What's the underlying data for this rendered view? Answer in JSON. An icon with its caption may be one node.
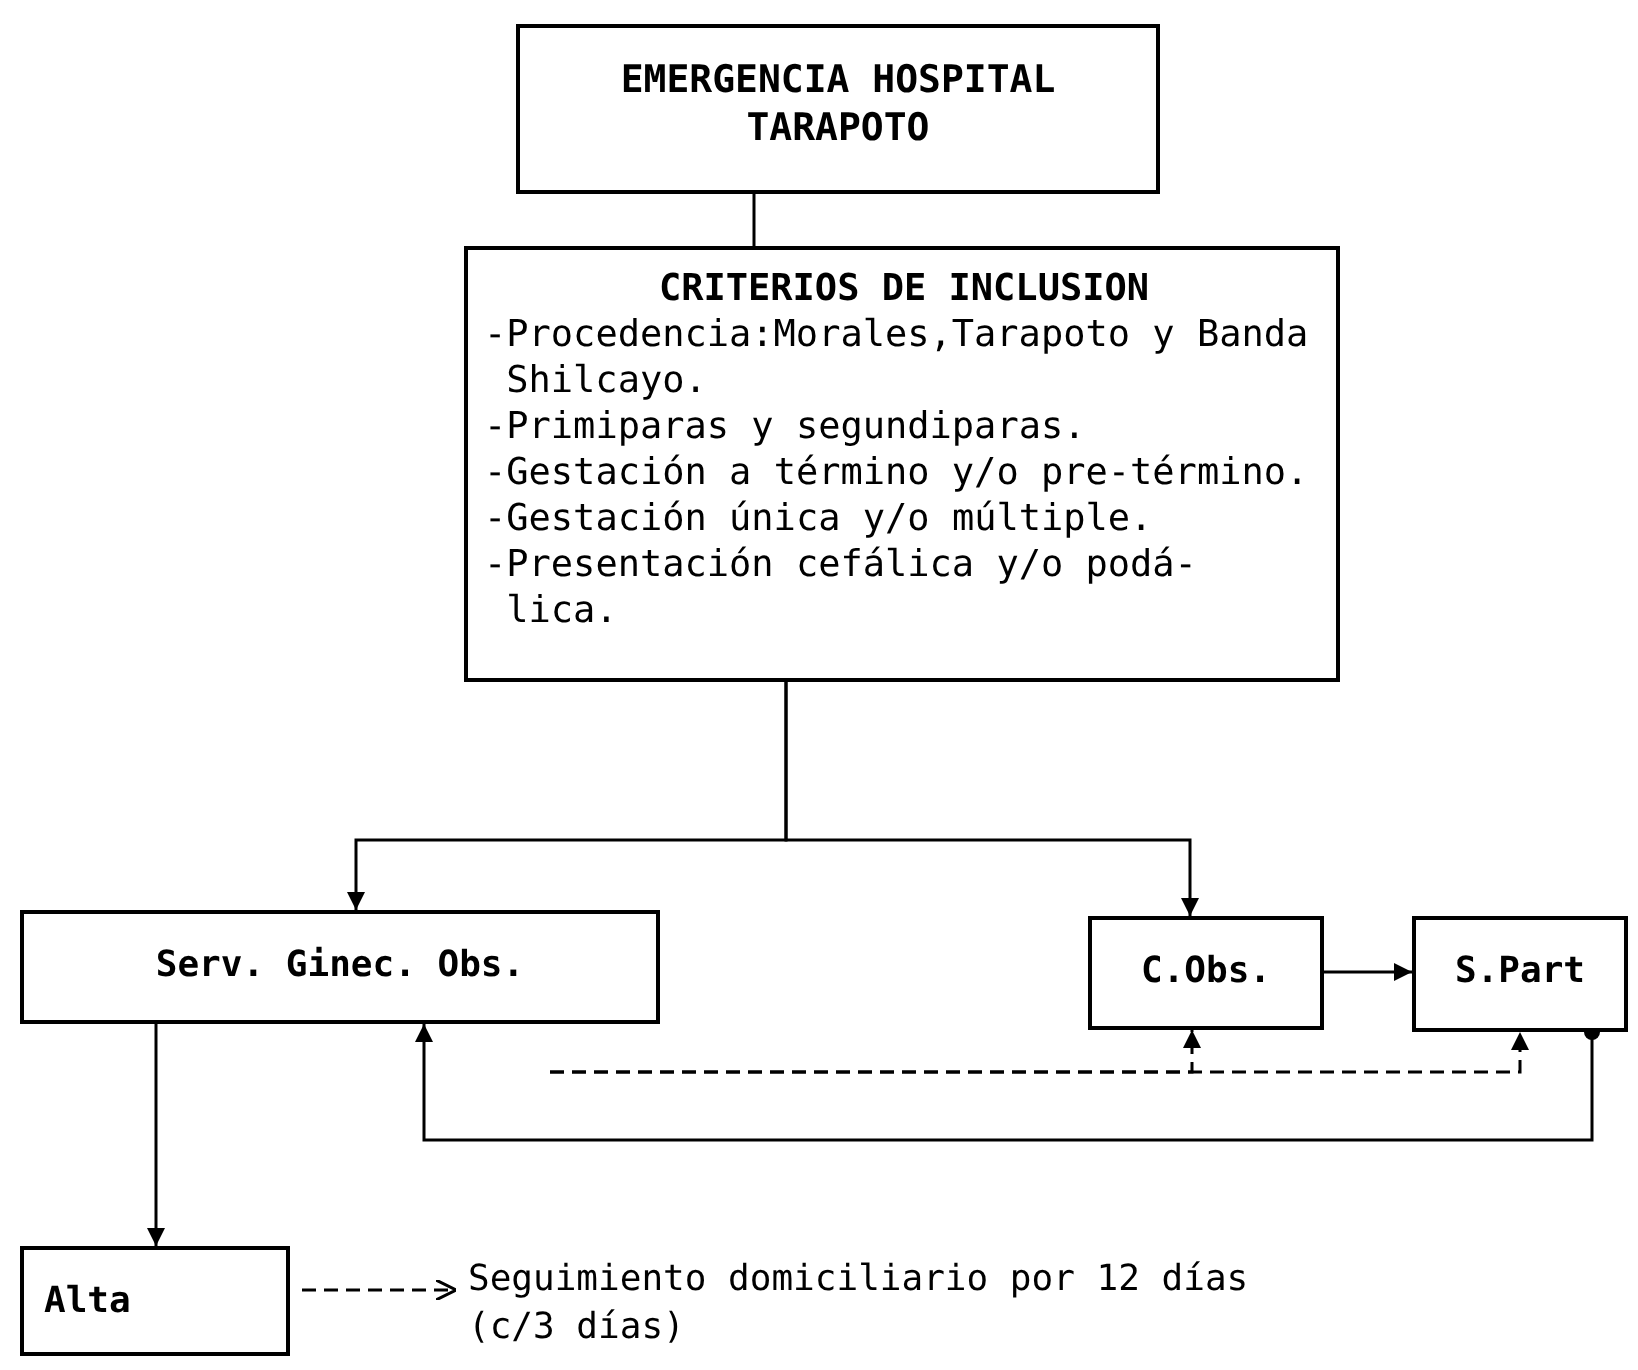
{
  "diagram": {
    "nodes": [
      {
        "text": [
          "EMERGENCIA HOSPITAL TARAPOTO"
        ]
      },
      {
        "text": [
          "CRITERIOS DE INCLUSION",
          "-Procedencia:Morales,Tarapoto y Banda Shilcayo.",
          "-Primiparas y segundiparas.",
          "-Gestación a término y/o pre-término.",
          "-Gestación única y/o múltiple.",
          "-Presentación cefálica y/o podá- lica."
        ]
      },
      {
        "text": [
          "Serv. Ginec. Obs."
        ]
      },
      {
        "text": [
          "C.Obs."
        ]
      },
      {
        "text": [
          "S.Part"
        ]
      },
      {
        "text": [
          "Alta"
        ]
      },
      {
        "text": [
          "Seguimiento domiciliario por 12 días (c/3 días)"
        ]
      }
    ],
    "edges": [
      {
        "from": 0,
        "to": 1,
        "arrow": "none"
      },
      {
        "from": 1,
        "to": 2,
        "arrow": "to"
      },
      {
        "from": 1,
        "to": 3,
        "arrow": "to"
      },
      {
        "from": 3,
        "to": 4,
        "arrow": "to"
      },
      {
        "from": 4,
        "to": 2,
        "arrow": "to"
      },
      {
        "from": null,
        "to": 3,
        "arrow": "to",
        "style": "dashed"
      },
      {
        "from": null,
        "to": 4,
        "arrow": "to",
        "style": "dashed"
      },
      {
        "from": 2,
        "to": 5,
        "arrow": "to"
      },
      {
        "from": 5,
        "to": 6,
        "arrow": "to",
        "style": "dashed"
      }
    ]
  }
}
